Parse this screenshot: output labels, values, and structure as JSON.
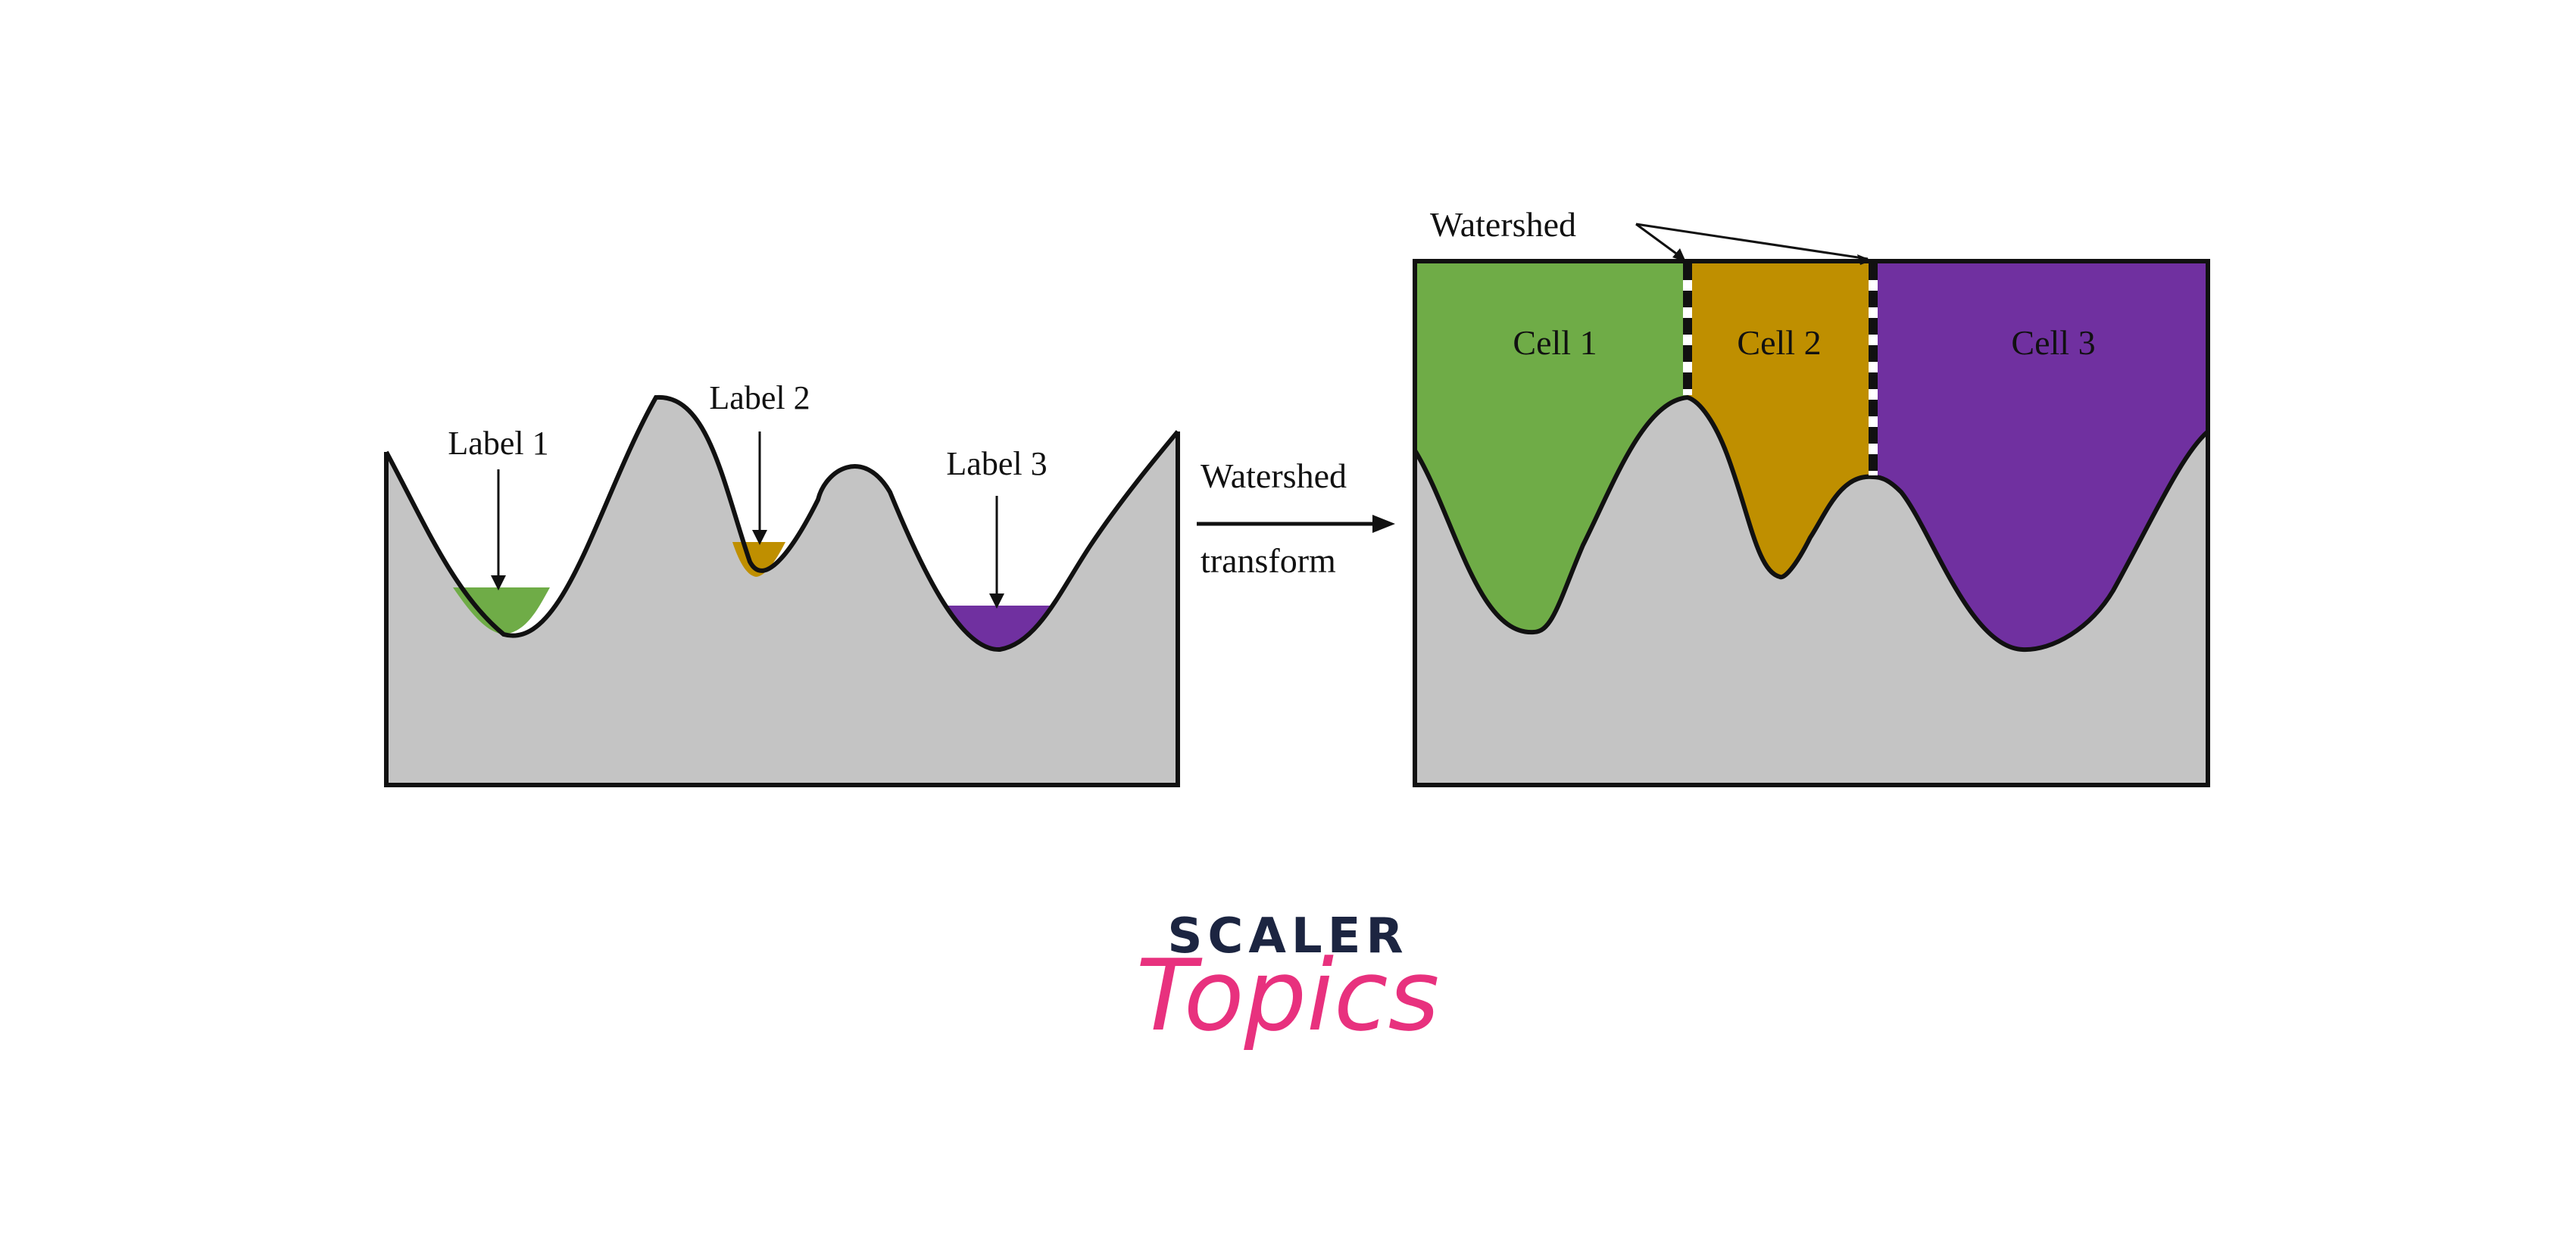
{
  "left_panel": {
    "labels": [
      "Label 1",
      "Label 2",
      "Label 3"
    ]
  },
  "arrow": {
    "line1": "Watershed",
    "line2": "transform"
  },
  "right_panel": {
    "watershed_label": "Watershed",
    "cells": [
      "Cell 1",
      "Cell 2",
      "Cell 3"
    ]
  },
  "colors": {
    "terrain": "#c4c4c4",
    "cell1": "#6fac47",
    "cell2": "#bf8f00",
    "cell3": "#7030a0",
    "brand_dark": "#1c2541",
    "brand_pink": "#e8317e"
  },
  "brand": {
    "name_top": "SCALER",
    "name_bottom": "Topics"
  }
}
